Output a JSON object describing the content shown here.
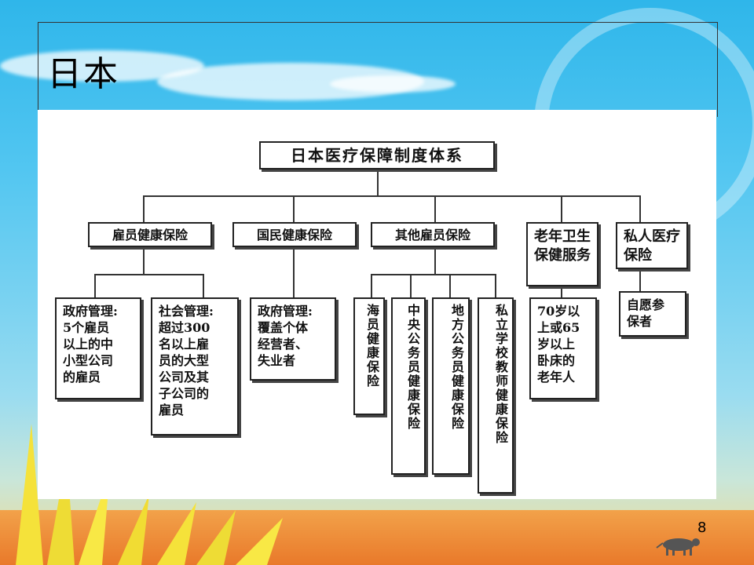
{
  "slide": {
    "title": "日本",
    "page_number": "8"
  },
  "diagram": {
    "root": "日本医疗保障制度体系",
    "categories": [
      {
        "label": "雇员健康保险"
      },
      {
        "label": "国民健康保险"
      },
      {
        "label": "其他雇员保险"
      },
      {
        "label": "老年卫生保健服务"
      },
      {
        "label": "私人医疗保险"
      }
    ],
    "details": {
      "employee_gov": "政府管理:\n5个雇员\n以上的中\n小型公司\n的雇员",
      "employee_soc": "社会管理:\n超过300\n名以上雇\n员的大型\n公司及其\n子公司的\n雇员",
      "national_gov": "政府管理:\n覆盖个体\n经营者、\n失业者",
      "seamen": "海员健康保险",
      "central": "中央公务员健康保险",
      "local": "地方公务员健康保险",
      "teachers": "私立学校教师健康保险",
      "elderly": "70岁以\n上或65\n岁以上\n卧床的\n老年人",
      "voluntary": "自愿参\n保者"
    }
  }
}
